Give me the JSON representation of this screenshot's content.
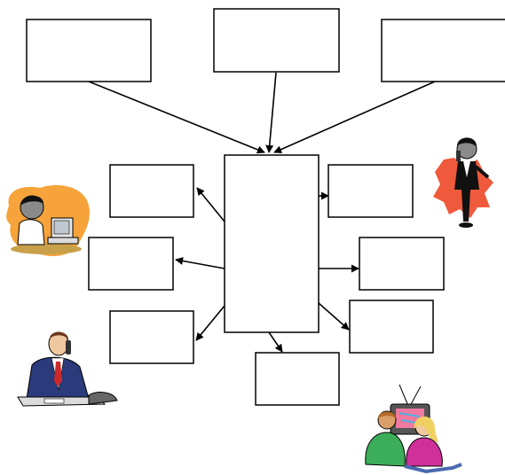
{
  "diagram": {
    "boxes": [
      {
        "id": "top-left-box",
        "label": ""
      },
      {
        "id": "top-center-box",
        "label": ""
      },
      {
        "id": "top-right-box",
        "label": ""
      },
      {
        "id": "center-box",
        "label": ""
      },
      {
        "id": "left-upper-box",
        "label": ""
      },
      {
        "id": "left-middle-box",
        "label": ""
      },
      {
        "id": "left-lower-box",
        "label": ""
      },
      {
        "id": "right-upper-box",
        "label": ""
      },
      {
        "id": "right-middle-box",
        "label": ""
      },
      {
        "id": "right-lower-box",
        "label": ""
      },
      {
        "id": "bottom-box",
        "label": ""
      }
    ],
    "connections": [
      {
        "from": "top-left-box",
        "to": "center-box"
      },
      {
        "from": "top-center-box",
        "to": "center-box"
      },
      {
        "from": "top-right-box",
        "to": "center-box"
      },
      {
        "from": "center-box",
        "to": "left-upper-box"
      },
      {
        "from": "center-box",
        "to": "left-middle-box"
      },
      {
        "from": "center-box",
        "to": "left-lower-box"
      },
      {
        "from": "center-box",
        "to": "right-upper-box"
      },
      {
        "from": "center-box",
        "to": "right-middle-box"
      },
      {
        "from": "center-box",
        "to": "right-lower-box"
      },
      {
        "from": "center-box",
        "to": "bottom-box"
      }
    ],
    "clipart": [
      {
        "name": "person-at-computer-clipart",
        "accent": "#f5a33a"
      },
      {
        "name": "man-on-phone-clipart",
        "accent": "#f05a3c"
      },
      {
        "name": "businessman-at-desk-clipart",
        "accent": "#2a3a7a"
      },
      {
        "name": "children-watching-tv-clipart",
        "accent": "#3cae5a"
      }
    ]
  }
}
